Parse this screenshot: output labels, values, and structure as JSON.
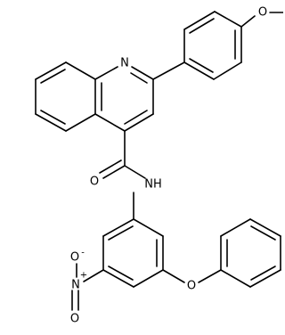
{
  "structure": {
    "atom_labels": {
      "methoxy_o": "O",
      "quinoline_n": "N",
      "amide_o": "O",
      "amide_nh": "NH",
      "nitro_n": "N",
      "nitro_n_charge": "+",
      "nitro_o_top": "O",
      "nitro_o_top_charge": "-",
      "nitro_o_bottom": "O",
      "ether_o": "O"
    }
  }
}
